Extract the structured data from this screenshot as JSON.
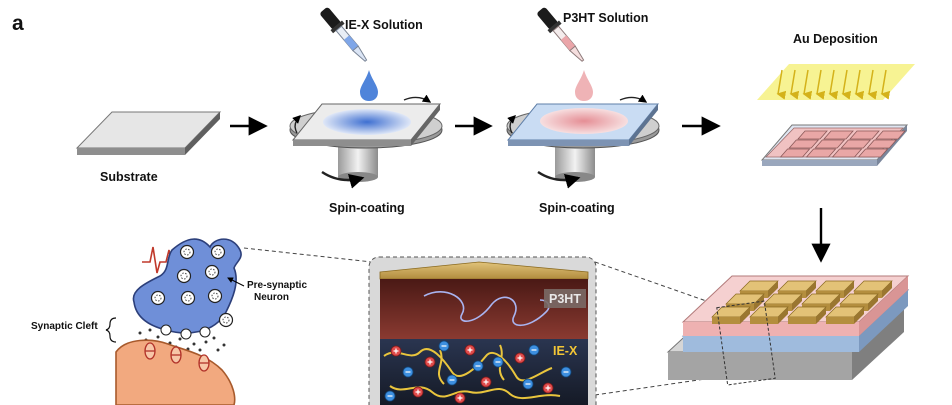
{
  "panel_label": "a",
  "steps": {
    "substrate": "Substrate",
    "spin1_solution": "IE-X Solution",
    "spin1_process": "Spin-coating",
    "spin2_solution": "P3HT Solution",
    "spin2_process": "Spin-coating",
    "deposition": "Au Deposition"
  },
  "neuron": {
    "pre_synaptic": "Pre-synaptic\nNeuron",
    "cleft": "Synaptic Cleft"
  },
  "layers": {
    "top": "P3HT",
    "bottom": "IE-X"
  },
  "colors": {
    "ie_x_spot": "#4f7fd6",
    "p3ht_spot": "#e79aa0",
    "au_beam": "#f4ef7a",
    "gold": "#c9a85a",
    "neuron_blue": "#6f8fd8",
    "post_neuron": "#f2a97f",
    "p3ht_layer": "#6b2b25",
    "iex_layer": "#1d2433"
  }
}
